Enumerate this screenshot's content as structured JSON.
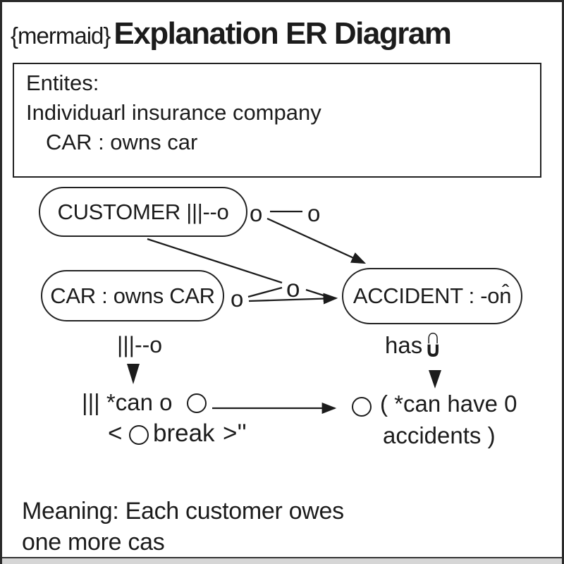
{
  "colors": {
    "ink": "#1c1c1c",
    "background": "#ffffff",
    "frame": "#2a2a2a",
    "bottom_strip": "#d6d6d6"
  },
  "title": {
    "prefix": "{mermaid}",
    "main": "Explanation ER Diagram"
  },
  "entities_box": {
    "heading": "Entites:",
    "line2": "Individuarl  insurance company",
    "line3": "CAR : owns car"
  },
  "diagram": {
    "customer_node": "CUSTOMER |||--o",
    "car_node": "CAR : owns CAR",
    "accident_node": "ACCIDENT : -on̂",
    "connector_o_top_left": "o",
    "connector_o_top_right": "o",
    "connector_o_car": "o",
    "connector_o_mid": "o",
    "car_cardinality": "|||--o",
    "can_label": "||| *can o",
    "break_open": "<",
    "break_word": "break",
    "break_close": ">''",
    "has_label": "has",
    "has_glyph_top": "∩",
    "has_glyph_bottom": "∪",
    "accident_note_line1": "( *can have 0",
    "accident_note_line2": "accidents )"
  },
  "footer": {
    "line1": "Meaning: Each customer owes",
    "line2": "one more cas"
  }
}
